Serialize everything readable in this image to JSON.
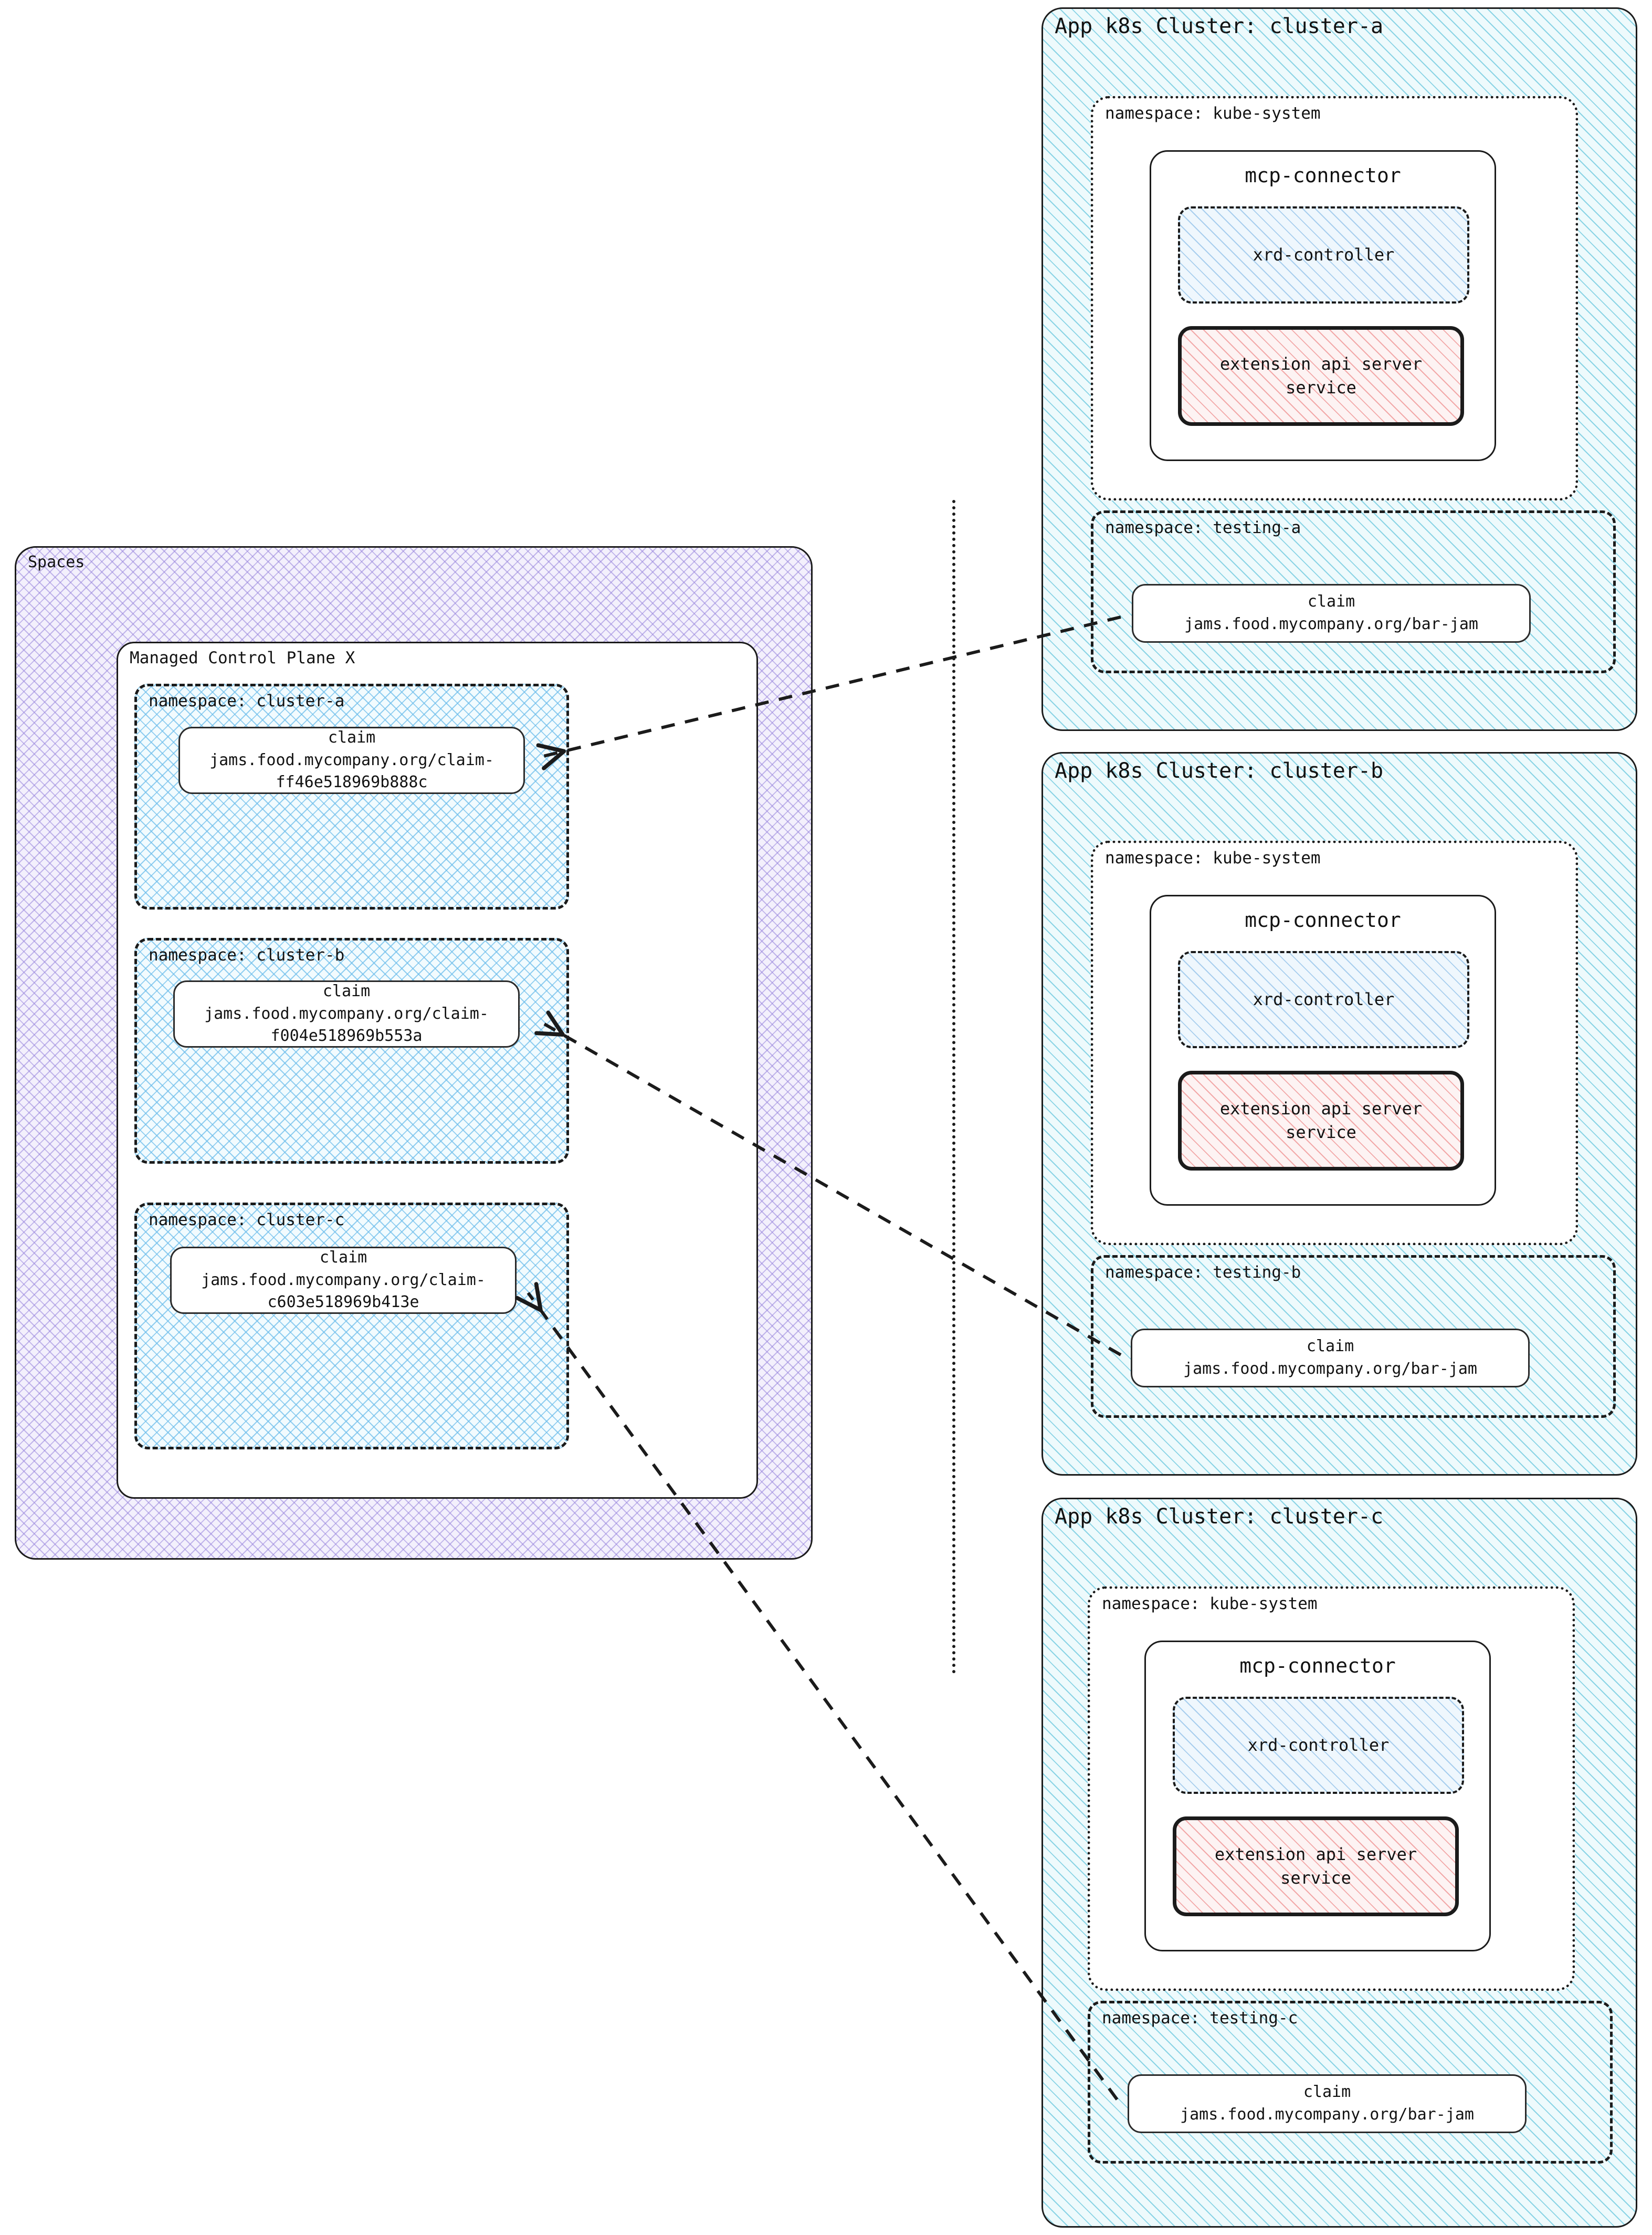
{
  "spaces": {
    "label": "Spaces",
    "control_plane": {
      "label": "Managed Control Plane X",
      "namespaces": [
        {
          "label": "namespace: cluster-a",
          "claim": {
            "kind": "claim",
            "ref": "jams.food.mycompany.org/claim-\nff46e518969b888c"
          }
        },
        {
          "label": "namespace: cluster-b",
          "claim": {
            "kind": "claim",
            "ref": "jams.food.mycompany.org/claim-\nf004e518969b553a"
          }
        },
        {
          "label": "namespace: cluster-c",
          "claim": {
            "kind": "claim",
            "ref": "jams.food.mycompany.org/claim-\nc603e518969b413e"
          }
        }
      ]
    }
  },
  "clusters": [
    {
      "title": "App k8s Cluster: cluster-a",
      "kube_system": {
        "label": "namespace: kube-system",
        "mcp_connector": {
          "label": "mcp-connector",
          "xrd_controller": "xrd-controller",
          "extension_api": "extension api server\nservice"
        }
      },
      "testing": {
        "label": "namespace: testing-a",
        "claim": {
          "kind": "claim",
          "ref": "jams.food.mycompany.org/bar-jam"
        }
      }
    },
    {
      "title": "App k8s Cluster: cluster-b",
      "kube_system": {
        "label": "namespace: kube-system",
        "mcp_connector": {
          "label": "mcp-connector",
          "xrd_controller": "xrd-controller",
          "extension_api": "extension api server\nservice"
        }
      },
      "testing": {
        "label": "namespace: testing-b",
        "claim": {
          "kind": "claim",
          "ref": "jams.food.mycompany.org/bar-jam"
        }
      }
    },
    {
      "title": "App k8s Cluster: cluster-c",
      "kube_system": {
        "label": "namespace: kube-system",
        "mcp_connector": {
          "label": "mcp-connector",
          "xrd_controller": "xrd-controller",
          "extension_api": "extension api server\nservice"
        }
      },
      "testing": {
        "label": "namespace: testing-c",
        "claim": {
          "kind": "claim",
          "ref": "jams.food.mycompany.org/bar-jam"
        }
      }
    }
  ],
  "colors": {
    "spaces_hatch": "#9682dc",
    "namespace_hatch": "#6ebeeb",
    "cluster_hatch": "#78cde1",
    "xrd_hatch": "#82b9e6",
    "extension_hatch": "#f09696",
    "stroke": "#1b1b1b"
  }
}
